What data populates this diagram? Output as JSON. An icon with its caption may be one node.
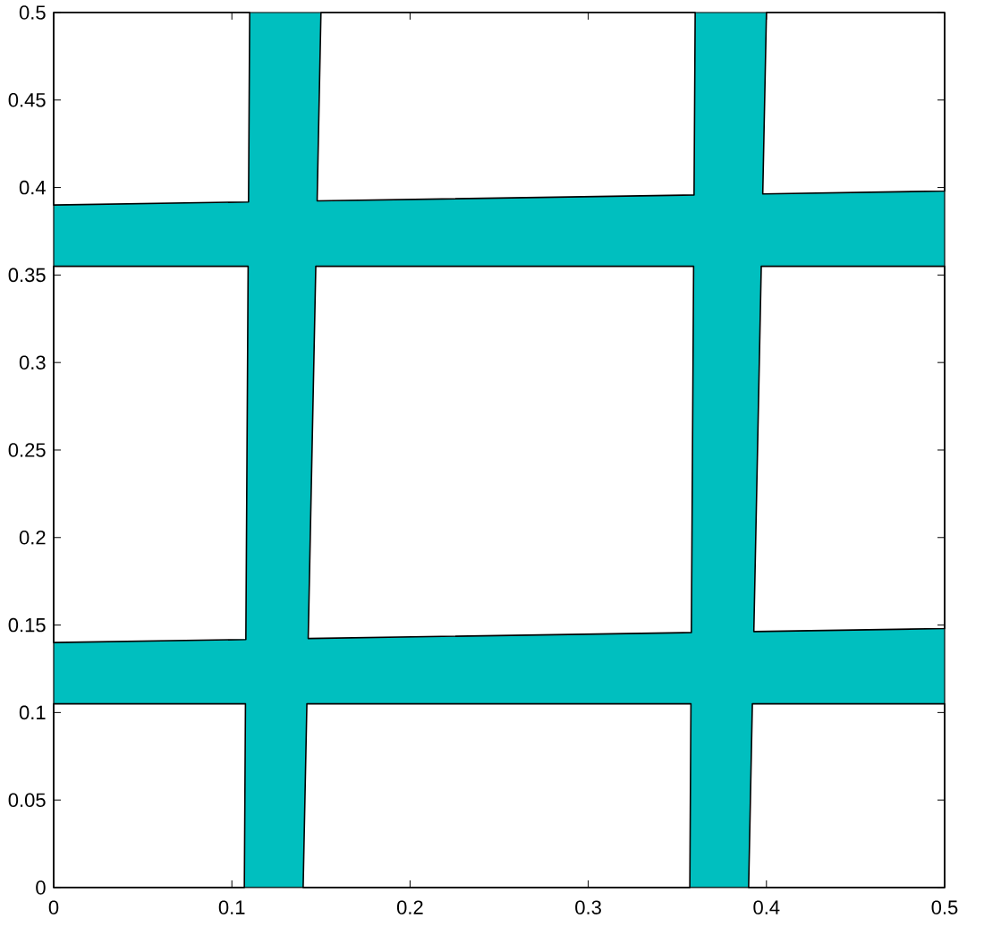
{
  "diagram": {
    "labels": [
      "0.5",
      "0.45",
      "0.4",
      "0.35",
      "0.3",
      "0.25",
      "0.2",
      "0.15",
      "0.1",
      "0.05",
      "0",
      "0",
      "0.1",
      "0.2",
      "0.3",
      "0.4",
      "0.5"
    ]
  }
}
